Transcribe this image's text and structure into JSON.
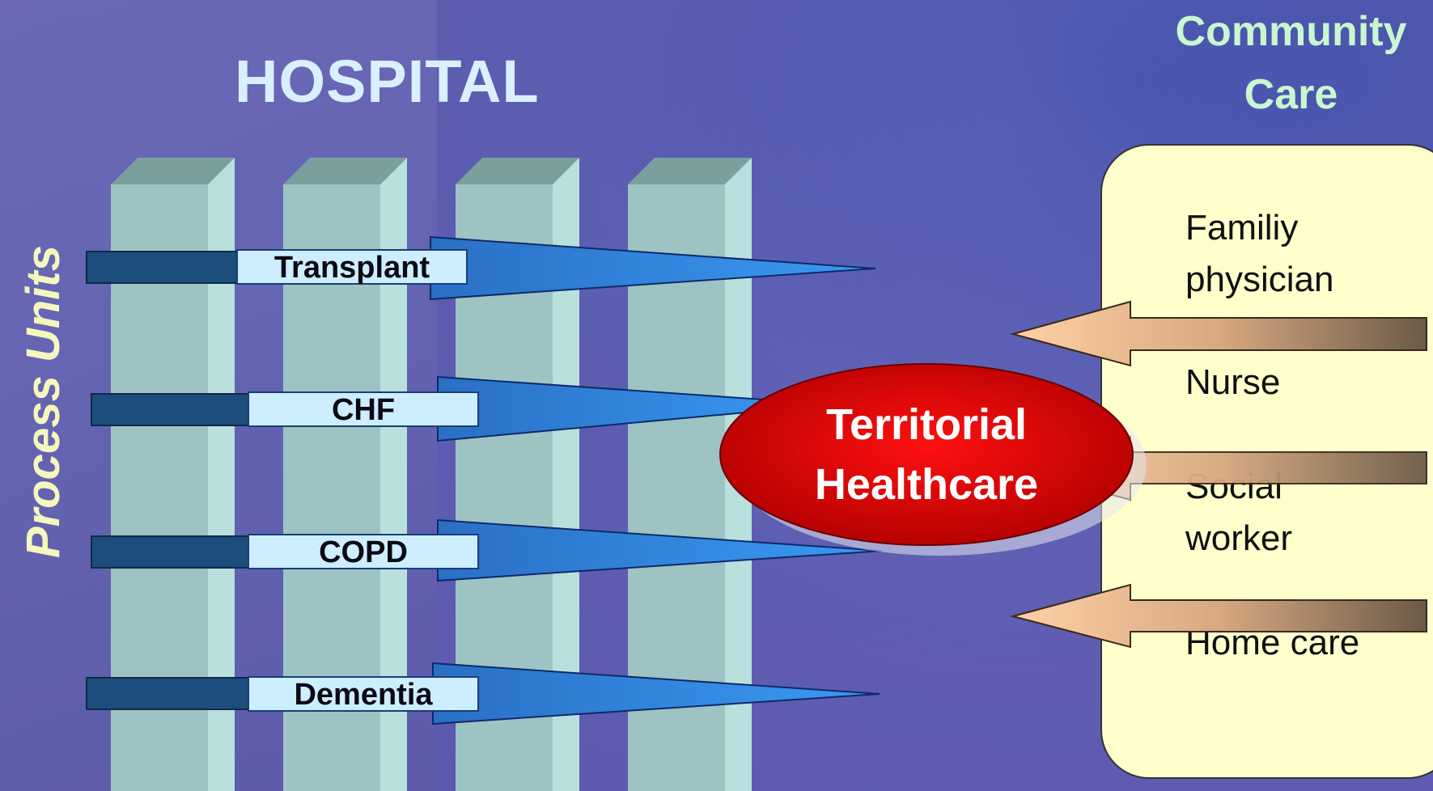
{
  "hospital": {
    "title": "HOSPITAL"
  },
  "community": {
    "title_line1": "Community",
    "title_line2": "Care"
  },
  "side_label": "Process Units",
  "process_units": [
    {
      "label": "Transplant"
    },
    {
      "label": "CHF"
    },
    {
      "label": "COPD"
    },
    {
      "label": "Dementia"
    }
  ],
  "center": {
    "line1": "Territorial",
    "line2": "Healthcare"
  },
  "roles": [
    {
      "line1": "Familiy",
      "line2": "physician"
    },
    {
      "line1": "Nurse"
    },
    {
      "line1": "Social",
      "line2": "worker"
    },
    {
      "line1": "Home care"
    }
  ],
  "colors": {
    "hospital_title": "#d8f0ff",
    "community_title": "#c9f7cf",
    "side_label": "#f5f7bd",
    "pillar": "#9dc4c2",
    "arrow_blue": "#2e86e0",
    "ellipse_red": "#d40000",
    "community_box": "#ffffcc",
    "tan_arrow": "#f2c49a"
  }
}
